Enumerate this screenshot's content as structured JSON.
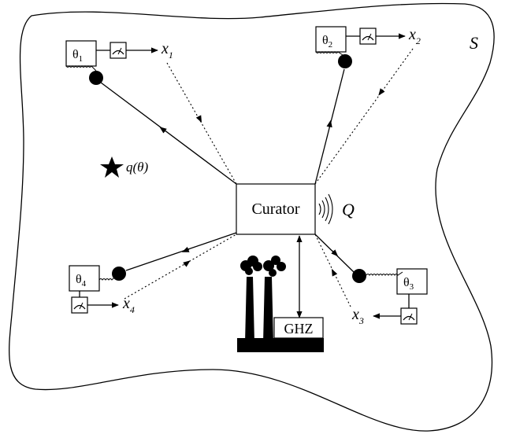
{
  "region_label": "S",
  "curator": {
    "label": "Curator",
    "signal_label": "Q"
  },
  "source": {
    "label": "GHZ"
  },
  "prior": {
    "label": "q(θ)"
  },
  "nodes": [
    {
      "theta_base": "θ",
      "theta_sub": "1",
      "x_base": "x",
      "x_sub": "1"
    },
    {
      "theta_base": "θ",
      "theta_sub": "2",
      "x_base": "x",
      "x_sub": "2"
    },
    {
      "theta_base": "θ",
      "theta_sub": "3",
      "x_base": "x",
      "x_sub": "3"
    },
    {
      "theta_base": "θ",
      "theta_sub": "4",
      "x_base": "x",
      "x_sub": "4"
    }
  ],
  "icons": {
    "meter": "meter-icon",
    "qubit": "qubit-dot-icon",
    "star": "star-icon",
    "factory": "factory-icon",
    "signal": "signal-waves-icon"
  }
}
